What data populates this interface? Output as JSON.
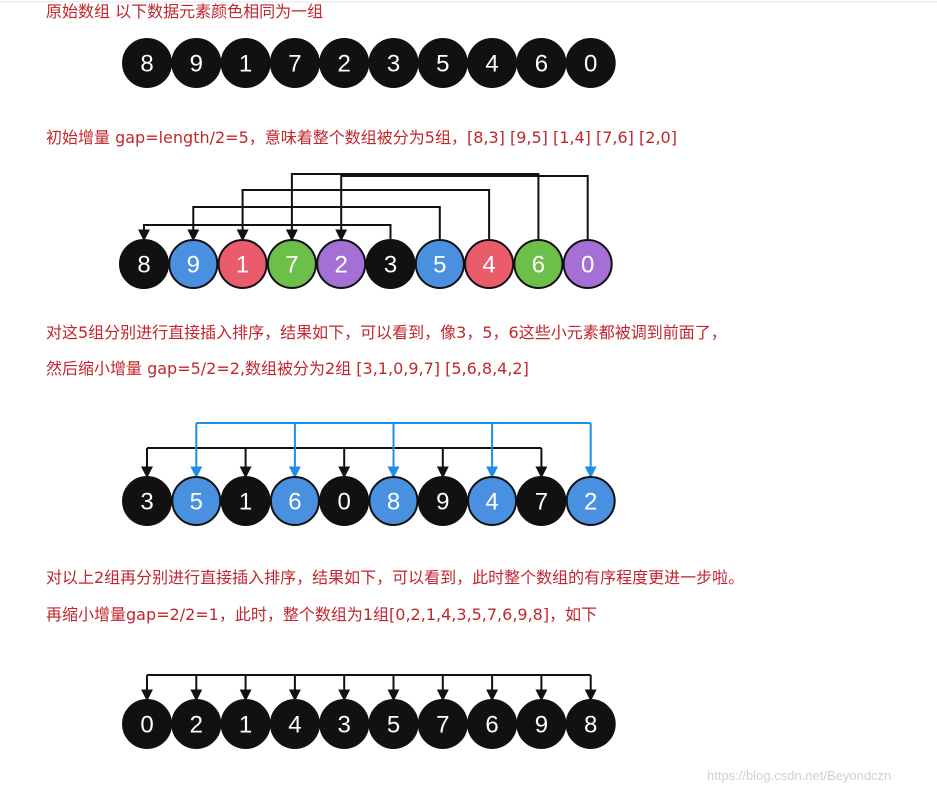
{
  "texts": {
    "t1": "原始数组  以下数据元素颜色相同为一组",
    "t2": "初始增量 gap=length/2=5，意味着整个数组被分为5组，[8,3] [9,5] [1,4] [7,6] [2,0]",
    "t3": "对这5组分别进行直接插入排序，结果如下，可以看到，像3，5，6这些小元素都被调到前面了，",
    "t4": "然后缩小增量 gap=5/2=2,数组被分为2组 [3,1,0,9,7] [5,6,8,4,2]",
    "t5": "对以上2组再分别进行直接插入排序，结果如下，可以看到，此时整个数组的有序程度更进一步啦。",
    "t6": "再缩小增量gap=2/2=1，此时，整个数组为1组[0,2,1,4,3,5,7,6,9,8]，如下"
  },
  "watermark": "https://blog.csdn.net/Beyondczn",
  "colors": {
    "black": "#111111",
    "blue": "#4a90e0",
    "pink": "#ea5b6c",
    "green": "#6cc04a",
    "purple": "#a56fd6",
    "arrow_black": "#111111",
    "arrow_blue": "#1e8fe6"
  },
  "rows": [
    {
      "values": [
        "8",
        "9",
        "1",
        "7",
        "2",
        "3",
        "5",
        "4",
        "6",
        "0"
      ],
      "colors": [
        "black",
        "black",
        "black",
        "black",
        "black",
        "black",
        "black",
        "black",
        "black",
        "black"
      ]
    },
    {
      "values": [
        "8",
        "9",
        "1",
        "7",
        "2",
        "3",
        "5",
        "4",
        "6",
        "0"
      ],
      "colors": [
        "black",
        "blue",
        "pink",
        "green",
        "purple",
        "black",
        "blue",
        "pink",
        "green",
        "purple"
      ]
    },
    {
      "values": [
        "3",
        "5",
        "1",
        "6",
        "0",
        "8",
        "9",
        "4",
        "7",
        "2"
      ],
      "colors": [
        "black",
        "blue",
        "black",
        "blue",
        "black",
        "blue",
        "black",
        "blue",
        "black",
        "blue"
      ]
    },
    {
      "values": [
        "0",
        "2",
        "1",
        "4",
        "3",
        "5",
        "7",
        "6",
        "9",
        "8"
      ],
      "colors": [
        "black",
        "black",
        "black",
        "black",
        "black",
        "black",
        "black",
        "black",
        "black",
        "black"
      ]
    }
  ]
}
